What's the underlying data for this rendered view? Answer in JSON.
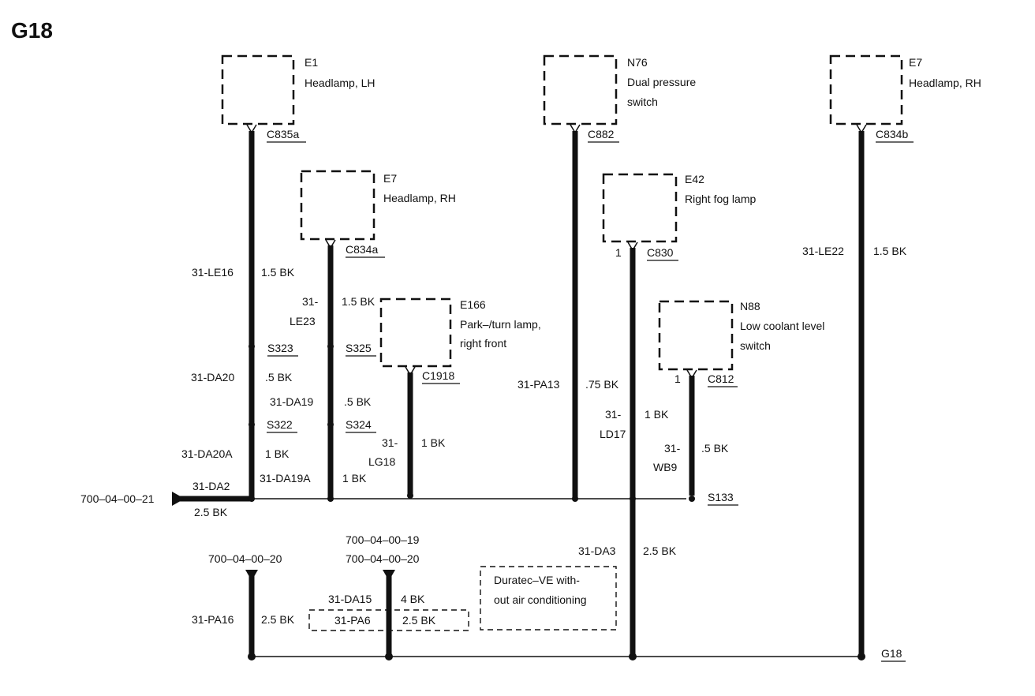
{
  "title": "G18",
  "components": {
    "e1": {
      "id": "E1",
      "name": "Headlamp, LH"
    },
    "n76": {
      "id": "N76",
      "name_l1": "Dual pressure",
      "name_l2": "switch"
    },
    "e7_top": {
      "id": "E7",
      "name": "Headlamp, RH"
    },
    "e7_mid": {
      "id": "E7",
      "name": "Headlamp, RH"
    },
    "e42": {
      "id": "E42",
      "name": "Right fog lamp"
    },
    "e166": {
      "id": "E166",
      "name_l1": "Park–/turn lamp,",
      "name_l2": "right front"
    },
    "n88": {
      "id": "N88",
      "name_l1": "Low coolant level",
      "name_l2": "switch"
    }
  },
  "connectors": {
    "c835a": "C835a",
    "c882": "C882",
    "c834b": "C834b",
    "c834a": "C834a",
    "c830": "C830",
    "c830_pin": "1",
    "c1918": "C1918",
    "c812": "C812",
    "c812_pin": "1"
  },
  "splices": {
    "s323": "S323",
    "s322": "S322",
    "s325": "S325",
    "s324": "S324",
    "s133": "S133"
  },
  "wires": {
    "le16": {
      "circuit": "31-LE16",
      "spec": "1.5 BK"
    },
    "da20": {
      "circuit": "31-DA20",
      "spec": ".5 BK"
    },
    "da20a": {
      "circuit": "31-DA20A",
      "spec": "1 BK"
    },
    "da2": {
      "circuit": "31-DA2",
      "spec": "2.5 BK"
    },
    "le23": {
      "circuit_l1": "31-",
      "circuit_l2": "LE23",
      "spec": "1.5 BK"
    },
    "da19": {
      "circuit": "31-DA19",
      "spec": ".5 BK"
    },
    "da19a": {
      "circuit": "31-DA19A",
      "spec": "1 BK"
    },
    "lg18": {
      "circuit_l1": "31-",
      "circuit_l2": "LG18",
      "spec": "1 BK"
    },
    "pa13": {
      "circuit": "31-PA13",
      "spec": ".75 BK"
    },
    "ld17": {
      "circuit_l1": "31-",
      "circuit_l2": "LD17",
      "spec": "1 BK"
    },
    "wb9": {
      "circuit_l1": "31-",
      "circuit_l2": "WB9",
      "spec": ".5 BK"
    },
    "le22": {
      "circuit": "31-LE22",
      "spec": "1.5 BK"
    },
    "da3": {
      "circuit": "31-DA3",
      "spec": "2.5 BK"
    },
    "pa16": {
      "circuit": "31-PA16",
      "spec": "2.5 BK"
    },
    "da15": {
      "circuit": "31-DA15",
      "spec": "4 BK"
    },
    "pa6": {
      "circuit": "31-PA6",
      "spec": "2.5 BK"
    }
  },
  "references": {
    "ref21": "700–04–00–21",
    "ref20_left": "700–04–00–20",
    "ref19": "700–04–00–19",
    "ref20_right": "700–04–00–20"
  },
  "notes": {
    "duratec_l1": "Duratec–VE with-",
    "duratec_l2": "out air conditioning"
  },
  "ground": "G18"
}
